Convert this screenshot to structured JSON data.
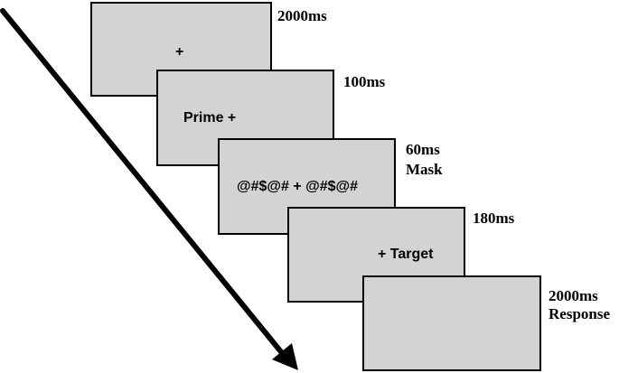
{
  "frames": [
    {
      "stimulus": "+",
      "duration": "2000ms",
      "label": ""
    },
    {
      "stimulus": "Prime +",
      "duration": "100ms",
      "label": ""
    },
    {
      "stimulus": "@#$@# + @#$@#",
      "duration": "60ms",
      "label": "Mask"
    },
    {
      "stimulus": "+ Target",
      "duration": "180ms",
      "label": ""
    },
    {
      "stimulus": "",
      "duration": "2000ms",
      "label": "Response"
    }
  ],
  "colors": {
    "frame_fill": "#d3d3d3",
    "frame_border": "#000000",
    "arrow": "#000000"
  },
  "icons": {
    "time_arrow": "diagonal-time-arrow"
  }
}
